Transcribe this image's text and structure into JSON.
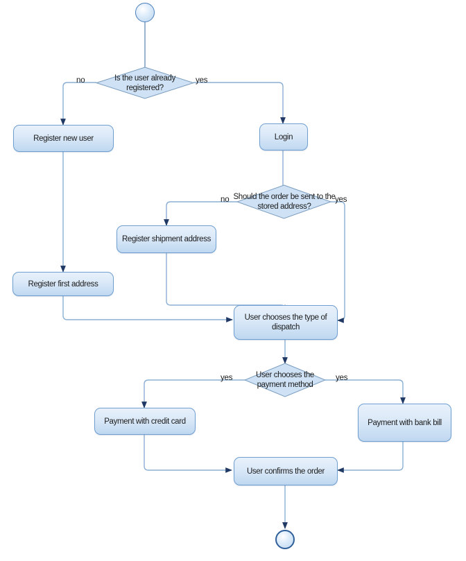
{
  "diagram": {
    "type": "uml-activity-diagram",
    "background": "#ffffff",
    "node_fill_top": "#e8f1fb",
    "node_fill_bottom": "#bfd8f0",
    "node_border": "#6f9fd0",
    "decision_fill": "#cfe2f5",
    "decision_border": "#7a9cbe",
    "edge_color": "#8aafd4",
    "arrow_color": "#1f3864"
  },
  "nodes": {
    "start": {
      "name": "start-node"
    },
    "decision_registered": {
      "label": "Is the user already registered?"
    },
    "register_new_user": {
      "label": "Register new user"
    },
    "login": {
      "label": "Login"
    },
    "decision_stored_address": {
      "label": "Should the order be sent to the stored address?"
    },
    "register_shipment_address": {
      "label": "Register shipment address"
    },
    "register_first_address": {
      "label": "Register first address"
    },
    "user_chooses_dispatch": {
      "label": "User chooses the type of dispatch"
    },
    "decision_payment": {
      "label": "User chooses the payment method"
    },
    "payment_credit_card": {
      "label": "Payment with credit card"
    },
    "payment_bank_bill": {
      "label": "Payment with bank bill"
    },
    "user_confirms_order": {
      "label": "User confirms the order"
    },
    "end": {
      "name": "end-node"
    }
  },
  "edge_labels": {
    "registered_no": "no",
    "registered_yes": "yes",
    "stored_address_no": "no",
    "stored_address_yes": "yes",
    "payment_left_yes": "yes",
    "payment_right_yes": "yes"
  }
}
